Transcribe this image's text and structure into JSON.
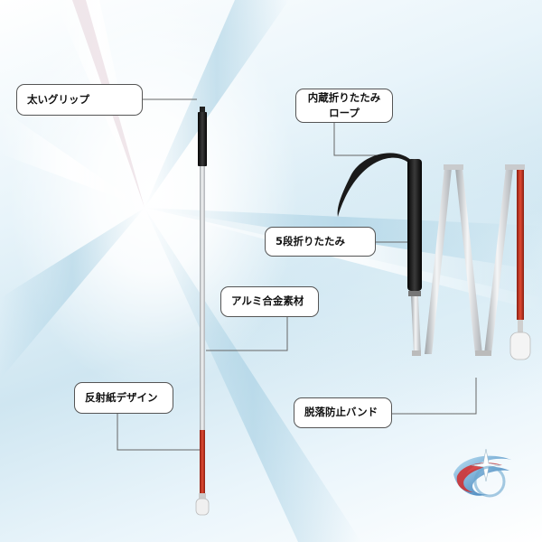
{
  "labels": {
    "thick_grip": "太いグリップ",
    "inner_rope_line1": "内蔵折りたたみ",
    "inner_rope_line2": "ロープ",
    "five_fold": "5段折りたたみ",
    "aluminum": "アルミ合金素材",
    "reflective": "反射紙デザイン",
    "anti_drop_band": "脱落防止バンド"
  },
  "colors": {
    "grip": "#1a1a1a",
    "shaft": "#d7d9dc",
    "reflective_red": "#c8321f",
    "tip": "#f2f2f2",
    "leader_line": "#666666"
  },
  "icons": {
    "logo": "swirl-globe-star-logo"
  }
}
